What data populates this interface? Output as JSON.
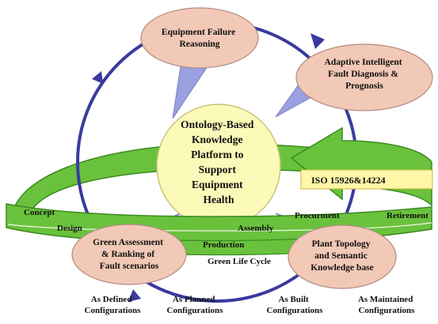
{
  "center": {
    "lines": [
      "Ontology-Based",
      "Knowledge",
      "Platform to",
      "Support",
      "Equipment",
      "Health"
    ]
  },
  "nodes": {
    "top": {
      "lines": [
        "Equipment Failure",
        "Reasoning"
      ]
    },
    "right": {
      "lines": [
        "Adaptive Intelligent",
        "Fault Diagnosis &",
        "Prognosis"
      ]
    },
    "bottom_left": {
      "lines": [
        "Green Assessment",
        "& Ranking of",
        "Fault scenarios"
      ]
    },
    "bottom_right": {
      "lines": [
        "Plant Topology",
        "and Semantic",
        "Knowledge base"
      ]
    }
  },
  "iso_label": "ISO 15926&14224",
  "lifecycle": {
    "phases": {
      "concept": "Concept",
      "design": "Design",
      "assembly": "Assembly",
      "procurement": "Procurment",
      "retirement": "Retirement",
      "production": "Production"
    },
    "label": "Green Life Cycle"
  },
  "configurations": {
    "as_defined": [
      "As Defined",
      "Configurations"
    ],
    "as_planned": [
      "As Planned",
      "Configurations"
    ],
    "as_built": [
      "As Built",
      "Configurations"
    ],
    "as_maintained": [
      "As Maintained",
      "Configurations"
    ]
  },
  "colors": {
    "ellipse_fill": "#f2c8b6",
    "center_fill": "#fcfab8",
    "band_green": "#6ac23c",
    "band_dark": "#3a8a22",
    "cycle_blue": "#3a3aa0",
    "wedge": "#9aa0e0",
    "iso_fill": "#fff6a8"
  }
}
